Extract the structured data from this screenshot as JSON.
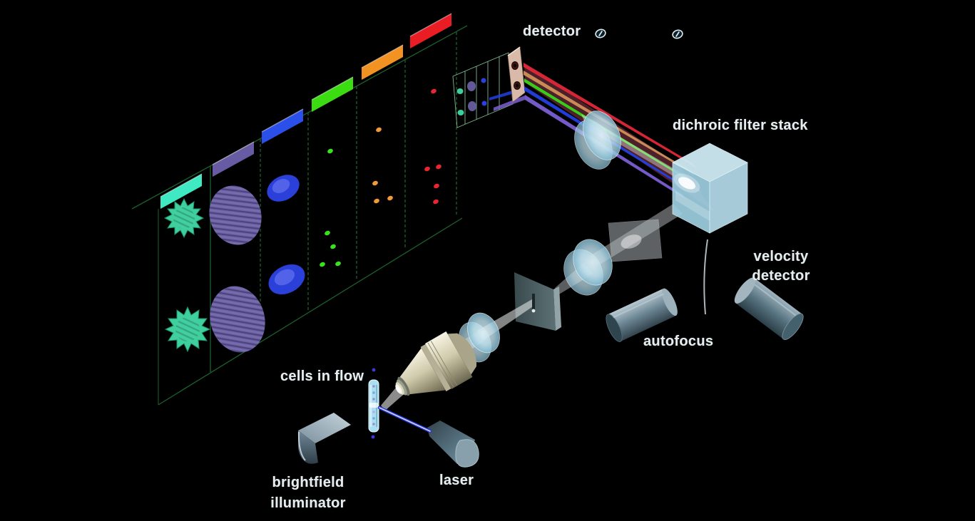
{
  "scene": {
    "background": "#000000",
    "label_color": "#e6edef"
  },
  "labels": {
    "detector": "detector",
    "dichroic_filter_stack": "dichroic filter stack",
    "velocity_line1": "velocity",
    "velocity_line2": "detector",
    "autofocus": "autofocus",
    "cells_in_flow": "cells in flow",
    "laser": "laser",
    "brightfield_line1": "brightfield",
    "brightfield_line2": "illuminator"
  },
  "channels": [
    {
      "name": "teal",
      "bar_color": "#3fe9c2",
      "cell_color": "#3ecf9d"
    },
    {
      "name": "violet",
      "bar_color": "#675ca3",
      "cell_color": "#6f63a9"
    },
    {
      "name": "blue",
      "bar_color": "#2b4fe9",
      "cell_color": "#2b3fd9"
    },
    {
      "name": "green",
      "bar_color": "#3bdc12",
      "cell_color": "#38e21c"
    },
    {
      "name": "orange",
      "bar_color": "#f29222",
      "cell_color": "#f29a33"
    },
    {
      "name": "red",
      "bar_color": "#ea1c24",
      "cell_color": "#ea2430"
    }
  ],
  "beams": {
    "red": "#e02838",
    "amber": "#cf9058",
    "green": "#35d818",
    "blue": "#2340e0",
    "violet": "#7a5fd2",
    "pink": "#ef5f7e",
    "laser_blue": "#2a35d8",
    "white": "#d9dde0"
  },
  "components": {
    "grid_green": "#1d5f2b",
    "mini_grid_green": "#7dbb8d",
    "detector_strip": "#d9baa8",
    "cube_top": "#cfeaf4",
    "cube_left": "#9fd0e2",
    "cube_right": "#b5dceb",
    "flow_cell": "#a9dff0",
    "metal_plate": "#b9c2c6"
  }
}
